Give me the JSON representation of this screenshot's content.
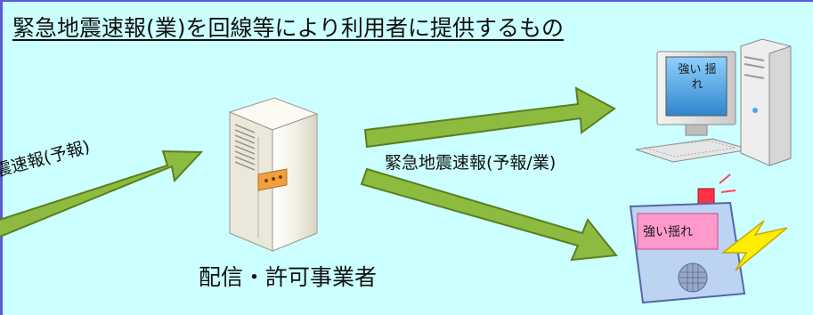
{
  "title": "緊急地震速報(業)を回線等により利用者に提供するもの",
  "incoming_label": "震速報(予報)",
  "distribution_label": "緊急地震速報(予報/業)",
  "server_label": "配信・許可事業者",
  "computer_screen_text": "強い 揺れ",
  "pager_screen_text": "強い揺れ",
  "colors": {
    "background": "#ccffff",
    "border": "#5b5bd6",
    "arrow_fill": "#8dbb3f",
    "arrow_stroke": "#5a7f1f",
    "server_light": "#f7f5ec",
    "monitor_screen": "#4fa7e0",
    "pager_body": "#bcd3f2",
    "pager_screen": "#ff99cc",
    "lightning": "#ffee00",
    "alarm": "#ff3344"
  }
}
